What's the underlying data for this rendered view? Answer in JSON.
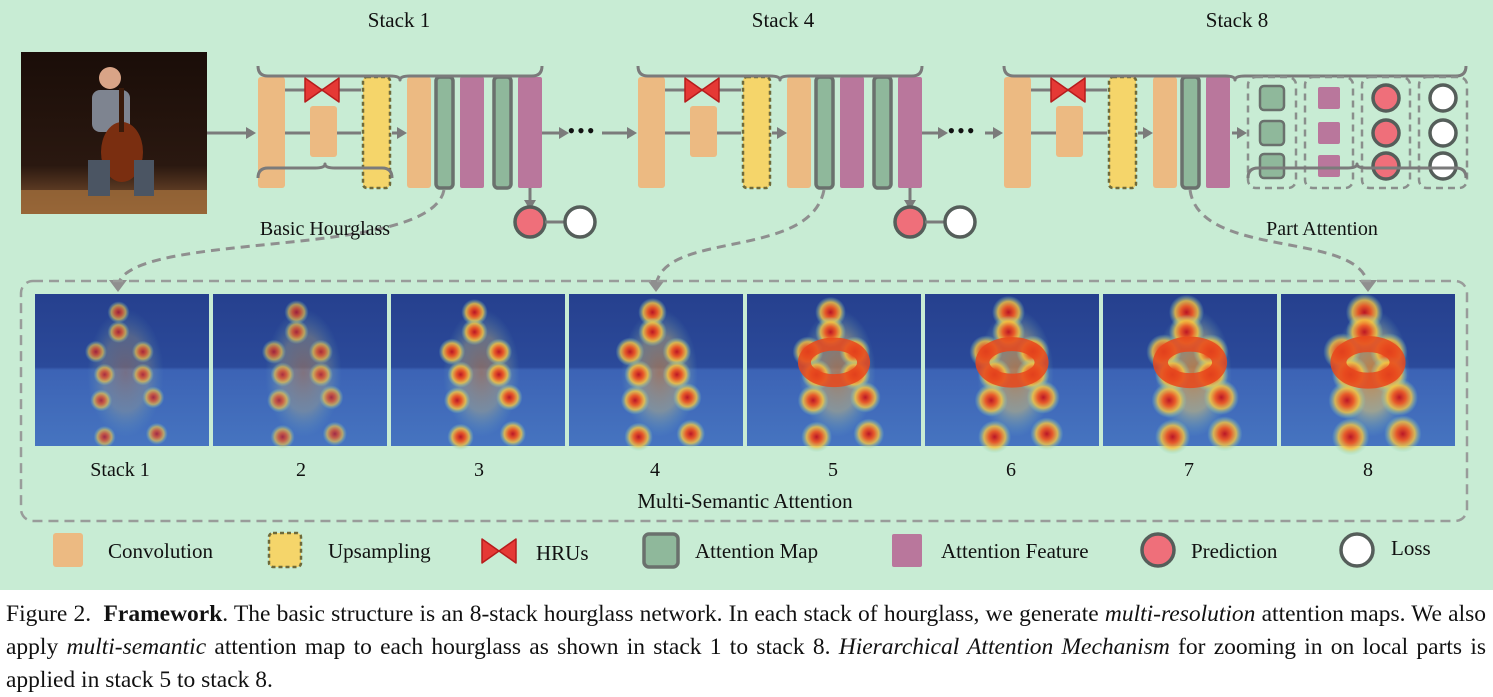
{
  "figure": {
    "stack_titles": [
      "Stack 1",
      "Stack 4",
      "Stack 8"
    ],
    "basic_hourglass_label": "Basic Hourglass",
    "part_attention_label": "Part Attention",
    "ellipsis": "•••",
    "map_labels": [
      "Stack 1",
      "2",
      "3",
      "4",
      "5",
      "6",
      "7",
      "8"
    ],
    "multi_semantic_label": "Multi-Semantic Attention",
    "legend": [
      {
        "label": "Convolution",
        "icon": "convolution-swatch"
      },
      {
        "label": "Upsampling",
        "icon": "upsampling-swatch"
      },
      {
        "label": "HRUs",
        "icon": "bowtie-icon"
      },
      {
        "label": "Attention Map",
        "icon": "attention-map-swatch"
      },
      {
        "label": "Attention Feature",
        "icon": "attention-feature-swatch"
      },
      {
        "label": "Prediction",
        "icon": "prediction-circle-icon"
      },
      {
        "label": "Loss",
        "icon": "loss-circle-icon"
      }
    ],
    "colors": {
      "background": "#c8ecd4",
      "convolution": "#ecba82",
      "upsampling": "#f5d56a",
      "hru": "#e53935",
      "attention_map": "#8fb89b",
      "attention_feature": "#b9779c",
      "prediction": "#ef6f7a",
      "loss": "#ffffff",
      "outline": "#7a8480"
    }
  },
  "caption": {
    "prefix": "Figure 2.",
    "title": "Framework",
    "text1": ". The basic structure is an 8-stack hourglass network. In each stack of hourglass, we generate ",
    "em1": "multi-resolution",
    "text2": " attention maps. We also apply ",
    "em2": "multi-semantic",
    "text3": " attention map to each hourglass as shown in stack 1 to stack 8. ",
    "em3": "Hierarchical Attention Mechanism",
    "text4": " for zooming in on local parts is applied in stack 5 to stack 8."
  }
}
